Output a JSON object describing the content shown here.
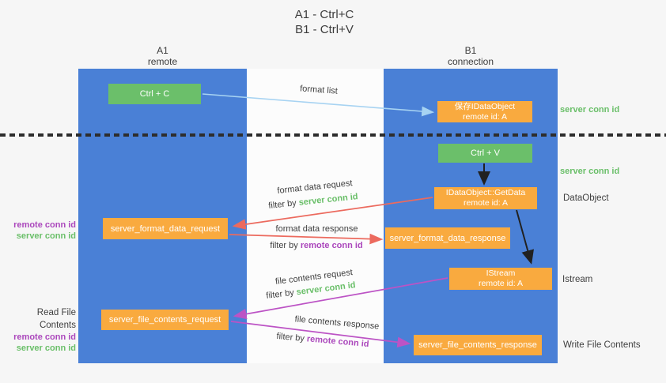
{
  "title": {
    "line1": "A1 - Ctrl+C",
    "line2": "B1 - Ctrl+V"
  },
  "columns": {
    "a1": {
      "name": "A1",
      "role": "remote"
    },
    "b1": {
      "name": "B1",
      "role": "connection"
    }
  },
  "nodes": {
    "ctrl_c": {
      "label": "Ctrl + C"
    },
    "save_idataobject": {
      "line1": "保存IDataObject",
      "line2": "remote id: A"
    },
    "ctrl_v": {
      "label": "Ctrl + V"
    },
    "getdata": {
      "line1": "IDataObject::GetData",
      "line2": "remote id: A"
    },
    "format_request": {
      "label": "server_format_data_request"
    },
    "format_response": {
      "label": "server_format_data_response"
    },
    "istream": {
      "line1": "IStream",
      "line2": "remote id: A"
    },
    "file_request": {
      "label": "server_file_contents_request"
    },
    "file_response": {
      "label": "server_file_contents_response"
    }
  },
  "flow_labels": {
    "format_list": "format list",
    "format_data_request": "format data request",
    "format_data_response": "format data response",
    "file_contents_request": "file contents request",
    "file_contents_response": "file contents response",
    "filter_prefix": "filter by ",
    "server_conn_id": "server conn id",
    "remote_conn_id": "remote conn id"
  },
  "side_labels": {
    "server_conn_id_top": "server conn id",
    "server_conn_id_mid": "server conn id",
    "dataobject": "DataObject",
    "istream": "Istream",
    "write_file_contents": "Write File Contents",
    "read_file_contents": "Read File Contents",
    "remote_conn_id": "remote conn id",
    "server_conn_id": "server conn id"
  },
  "colors": {
    "column_blue": "#4a80d6",
    "box_green": "#6bbf6a",
    "box_orange": "#f9aa3f",
    "arrow_light_blue": "#a7d3f2",
    "arrow_salmon": "#ec6a5e",
    "arrow_magenta": "#bc53c5",
    "arrow_black": "#212121",
    "text_green": "#6abf69",
    "text_purple": "#ab47bc",
    "text_dark": "#3f3f3f",
    "background": "#f6f6f6"
  }
}
